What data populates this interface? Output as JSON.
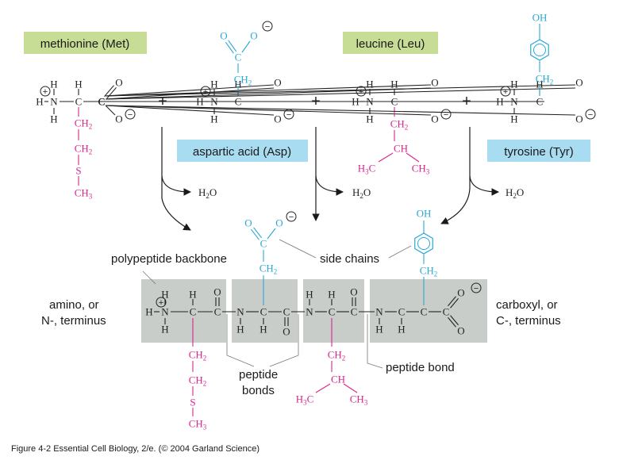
{
  "colors": {
    "backbone": "#222222",
    "side_magenta": "#d9278c",
    "side_cyan": "#29a8d6",
    "label_green": "#c7dc94",
    "label_blue": "#a8dcf1",
    "residue_box": "#c9cdca"
  },
  "amino_acids": {
    "met": "methionine (Met)",
    "asp": "aspartic acid (Asp)",
    "leu": "leucine (Leu)",
    "tyr": "tyrosine (Tyr)"
  },
  "plus_sign": "+",
  "water": {
    "h": "H",
    "two": "2",
    "o": "O"
  },
  "atoms": {
    "H": "H",
    "N": "N",
    "C": "C",
    "O": "O",
    "S": "S",
    "OH": "OH",
    "CH": "CH",
    "CH2": "CH",
    "CH3": "CH",
    "H3C": "H",
    "two": "2",
    "three": "3",
    "plus_charge": "+",
    "minus_charge": "−"
  },
  "labels": {
    "polypeptide_backbone": "polypeptide backbone",
    "side_chains": "side chains",
    "amino_terminus_1": "amino, or",
    "amino_terminus_2": "N-, terminus",
    "carboxyl_terminus_1": "carboxyl, or",
    "carboxyl_terminus_2": "C-, terminus",
    "peptide_bonds_1": "peptide",
    "peptide_bonds_2": "bonds",
    "peptide_bond": "peptide bond"
  },
  "caption": "Figure 4-2  Essential Cell Biology, 2/e. (© 2004 Garland Science)"
}
